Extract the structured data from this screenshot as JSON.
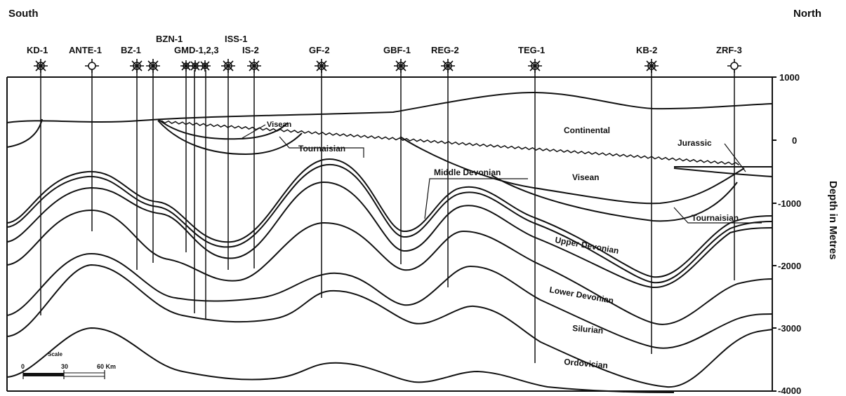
{
  "directions": {
    "left": "South",
    "right": "North"
  },
  "wells": [
    {
      "name": "KD-1",
      "symbol": "gas-well-icon"
    },
    {
      "name": "ANTE-1",
      "symbol": "oil-well-icon"
    },
    {
      "name": "BZ-1",
      "symbol": "gas-well-icon"
    },
    {
      "name": "BZN-1",
      "symbol": "gas-well-icon"
    },
    {
      "name": "GMD-1,2,3",
      "symbol": "gas-well-icon"
    },
    {
      "name": "ISS-1",
      "symbol": "gas-well-icon"
    },
    {
      "name": "IS-2",
      "symbol": "gas-well-icon"
    },
    {
      "name": "GF-2",
      "symbol": "gas-well-icon"
    },
    {
      "name": "GBF-1",
      "symbol": "gas-well-icon"
    },
    {
      "name": "REG-2",
      "symbol": "gas-well-icon"
    },
    {
      "name": "TEG-1",
      "symbol": "gas-well-icon"
    },
    {
      "name": "KB-2",
      "symbol": "gas-well-icon"
    },
    {
      "name": "ZRF-3",
      "symbol": "oil-well-icon"
    }
  ],
  "depth_axis": {
    "title": "Depth in Metres",
    "ticks": [
      "1000",
      "0",
      "-1000",
      "-2000",
      "-3000",
      "-4000"
    ]
  },
  "layers": {
    "continental": "Continental",
    "jurassic": "Jurassic",
    "visean_upper": "Visean",
    "tournaisian_upper": "Tournaisian",
    "middle_devonian": "Middle Devonian",
    "visean_lower": "Visean",
    "tournaisian_lower": "Tournaisian",
    "upper_devonian": "Upper Devonian",
    "lower_devonian": "Lower Devonian",
    "silurian": "Silurian",
    "ordovician": "Ordovician"
  },
  "scale_bar": {
    "title": "Scale",
    "labels": [
      "0",
      "30",
      "60 Km"
    ]
  }
}
